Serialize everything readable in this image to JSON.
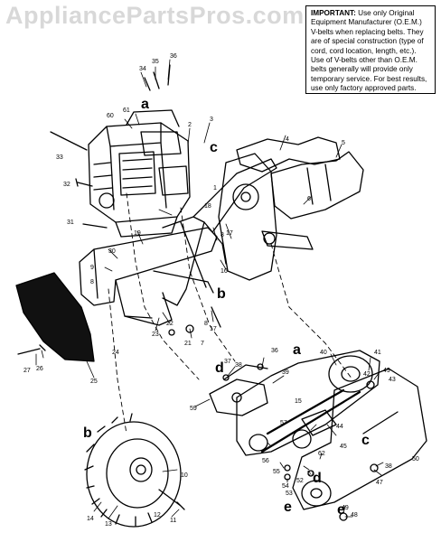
{
  "watermark": "AppliancePartsPros.com",
  "notice": {
    "heading": "IMPORTANT:",
    "body": "Use only Original Equipment Manufacturer (O.E.M.) V-belts when replacing belts. They are of special construction (type of cord, cord location, length, etc.). Use of V-belts other than O.E.M. belts generally will provide only temporary service. For best results, use only factory approved parts."
  },
  "callouts": {
    "a1": "a",
    "c1": "c",
    "b1": "b",
    "d1": "d",
    "a2": "a",
    "b2": "b",
    "c2": "c",
    "d2": "d",
    "e1": "e",
    "e2": "e"
  },
  "parts": {
    "p1": "1",
    "p2": "2",
    "p3": "3",
    "p4": "4",
    "p5": "5",
    "p6": "6",
    "p7": "7",
    "p8": "8",
    "p9": "9",
    "p10": "10",
    "p11": "11",
    "p12": "12",
    "p13": "13",
    "p14": "14",
    "p15": "15",
    "p16": "16",
    "p17": "17",
    "p18": "18",
    "p19": "19",
    "p20": "20",
    "p21": "21",
    "p22": "22",
    "p23": "23",
    "p24": "24",
    "p25": "25",
    "p26": "26",
    "p27": "27",
    "p28": "28",
    "p29": "29",
    "p30": "30",
    "p31": "31",
    "p32": "32",
    "p33": "33",
    "p34": "34",
    "p35": "35",
    "p36": "36",
    "p37": "37",
    "p38": "38",
    "p39": "39",
    "p40": "40",
    "p41": "41",
    "p42": "42",
    "p43": "43",
    "p44": "44",
    "p45": "45",
    "p47": "47",
    "p48": "48",
    "p49": "49",
    "p50": "50",
    "p51": "51",
    "p52": "52",
    "p53": "53",
    "p54": "54",
    "p55": "55",
    "p56": "56",
    "p57": "57",
    "p59": "59",
    "p60": "60",
    "p61": "61",
    "p62": "62"
  }
}
